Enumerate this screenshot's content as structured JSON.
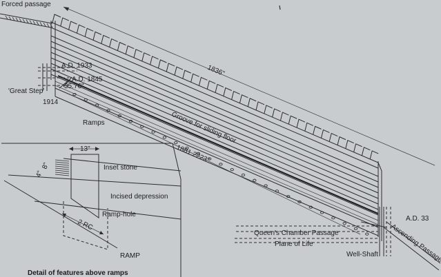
{
  "labels": {
    "forced_passage": "Forced passage",
    "ad_1933": "A.D. 1933",
    "ad_1845": "A.D. 1845",
    "measure_3576": "35.76\"",
    "great_step": "'Great Step'",
    "year_1914": "1914",
    "ramps": "Ramps",
    "groove": "Groove for sliding floor",
    "measure_1836": "1836\"",
    "measure_1881": "1881.2223\"",
    "ad_33": "A.D. 33",
    "queens_chamber": "Queen's Chamber Passage",
    "plane_of_life": "Plane of Life",
    "well_shaft": "Well-Shaft",
    "ascending_passage": "Ascending Passage"
  },
  "detail": {
    "measure_13": "13\"",
    "measure_4": "4\"",
    "measure_8": "8\"",
    "inset_stone": "Inset stone",
    "incised_depression": "Incised depression",
    "ramp_hole": "Ramp-hole",
    "measure_2rc": "2 RC",
    "ramp": "RAMP",
    "caption": "Detail of features above ramps"
  },
  "colors": {
    "paper": "#c9ccce",
    "ink": "#2a2c30"
  }
}
